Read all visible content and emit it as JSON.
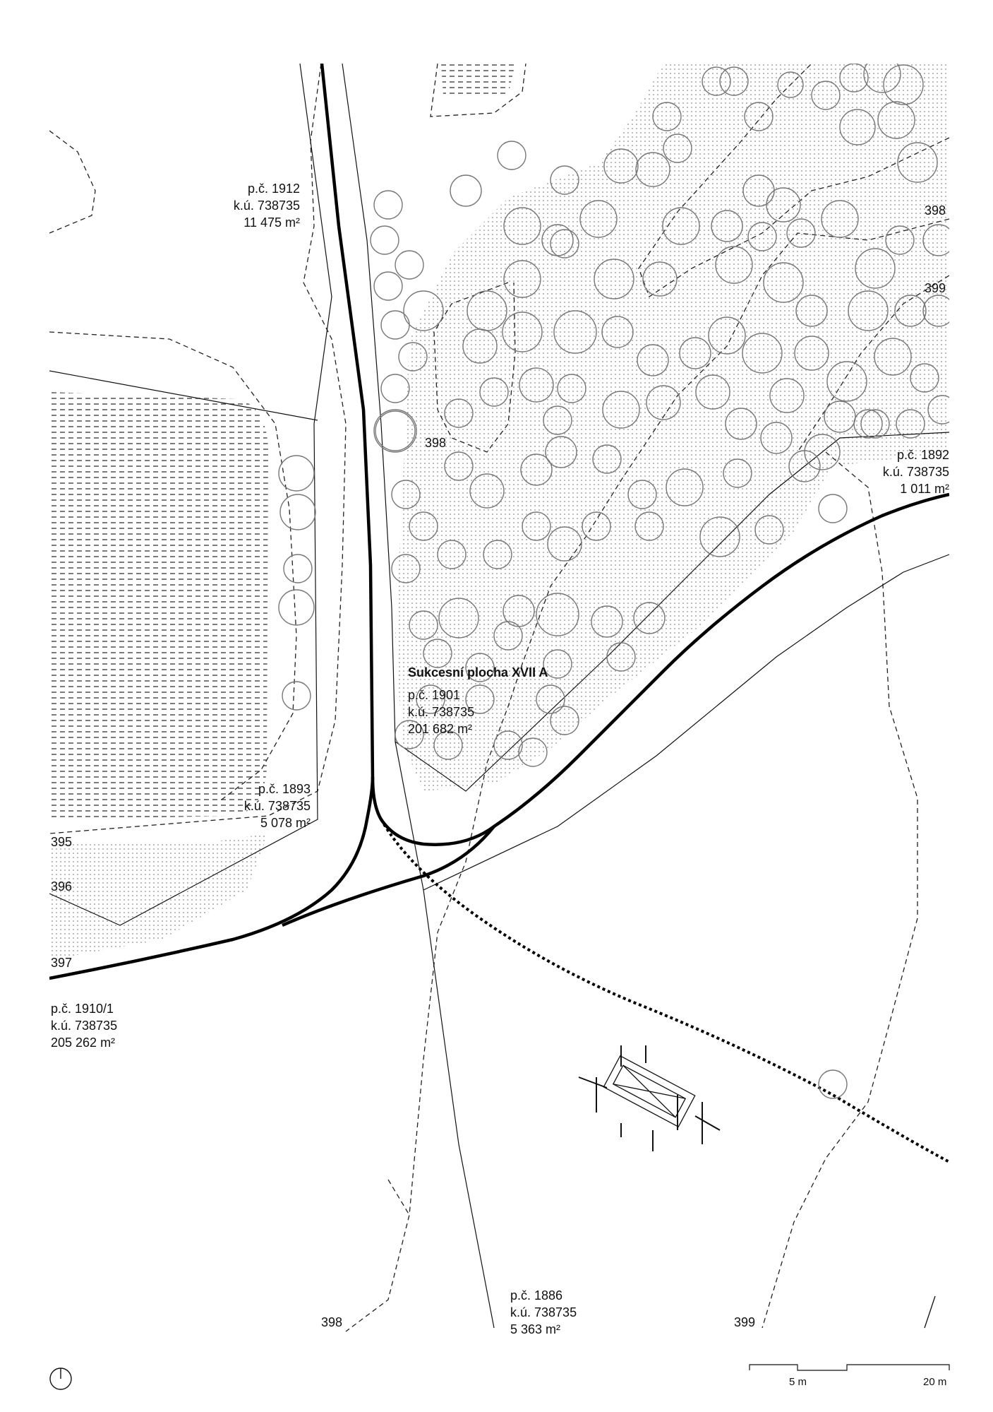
{
  "parcels": [
    {
      "id": "p1912",
      "lines": [
        "p.č. 1912",
        "k.ú. 738735",
        "11 475 m²"
      ]
    },
    {
      "id": "p1892",
      "lines": [
        "p.č. 1892",
        "k.ú. 738735",
        "1 011 m²"
      ]
    },
    {
      "id": "p1893",
      "lines": [
        "p.č. 1893",
        "k.ú. 738735",
        "5 078 m²"
      ]
    },
    {
      "id": "p1901",
      "title": "Sukcesní plocha XVII A",
      "lines": [
        "p.č. 1901",
        "k.ú. 738735",
        "201 682 m²"
      ]
    },
    {
      "id": "p1910",
      "lines": [
        "p.č. 1910/1",
        "k.ú. 738735",
        "205 262 m²"
      ]
    },
    {
      "id": "p1886",
      "lines": [
        "p.č. 1886",
        "k.ú. 738735",
        "5 363 m²"
      ]
    }
  ],
  "contours": [
    "398",
    "399",
    "398",
    "395",
    "396",
    "397",
    "398",
    "399"
  ],
  "scale": {
    "label_5": "5 m",
    "label_20": "20 m"
  },
  "colors": {
    "line": "#111111",
    "tree": "#777777",
    "hatch": "#555555"
  }
}
